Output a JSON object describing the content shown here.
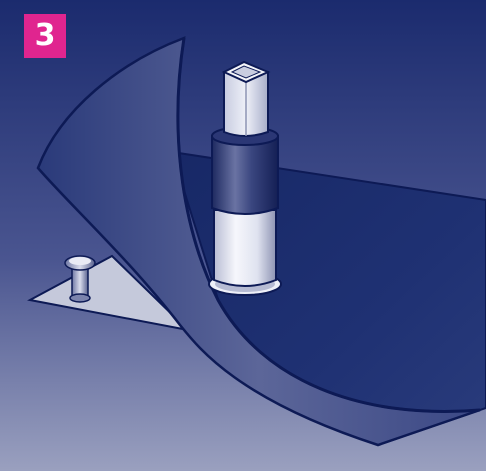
{
  "step": {
    "number": "3",
    "badge_color": "#e0258f"
  },
  "palette": {
    "background_top": "#1b2b6e",
    "background_bottom": "#8c93b4",
    "sheet_dark": "#1d2f6f",
    "sheet_light": "#8f97bc",
    "outline": "#0d1a55",
    "light_plate": "#c5c9db",
    "cylinder_light": "#f4f5fa"
  },
  "parts": [
    {
      "id": "background-panel",
      "icon": "gradient-panel"
    },
    {
      "id": "flat-sheet",
      "icon": "sheet-icon"
    },
    {
      "id": "rolled-sheet-flap",
      "icon": "curled-sheet-icon"
    },
    {
      "id": "pin-plate",
      "icon": "triangle-plate-icon"
    },
    {
      "id": "pin",
      "icon": "pin-icon"
    },
    {
      "id": "spool-pin-cylinder",
      "icon": "cylinder-icon"
    },
    {
      "id": "square-spindle",
      "icon": "spindle-icon"
    }
  ]
}
